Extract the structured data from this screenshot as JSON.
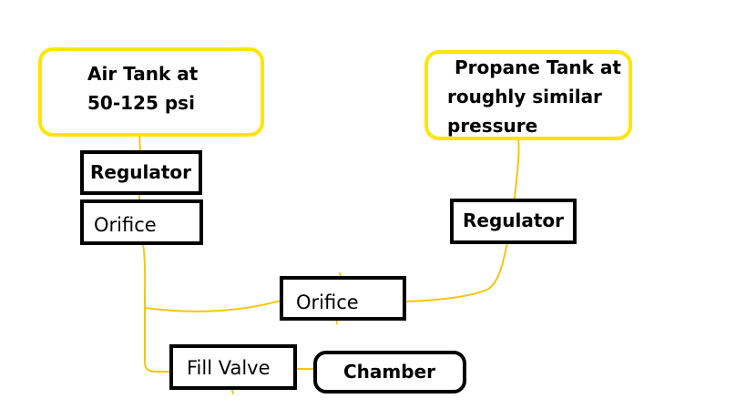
{
  "diagram": {
    "air_tank": {
      "line1": "Air Tank at",
      "line2": "50-125 psi"
    },
    "propane_tank": {
      "line1": "Propane Tank at",
      "line2": "roughly similar",
      "line3": "pressure"
    },
    "regulator_left": "Regulator",
    "orifice_left": "Orifice",
    "regulator_right": "Regulator",
    "orifice_middle": "Orifice",
    "fill_valve": "Fill Valve",
    "chamber": "Chamber"
  },
  "colors": {
    "connector": "#f5c518",
    "tank_border": "#ffe500",
    "box_border": "#000000"
  }
}
